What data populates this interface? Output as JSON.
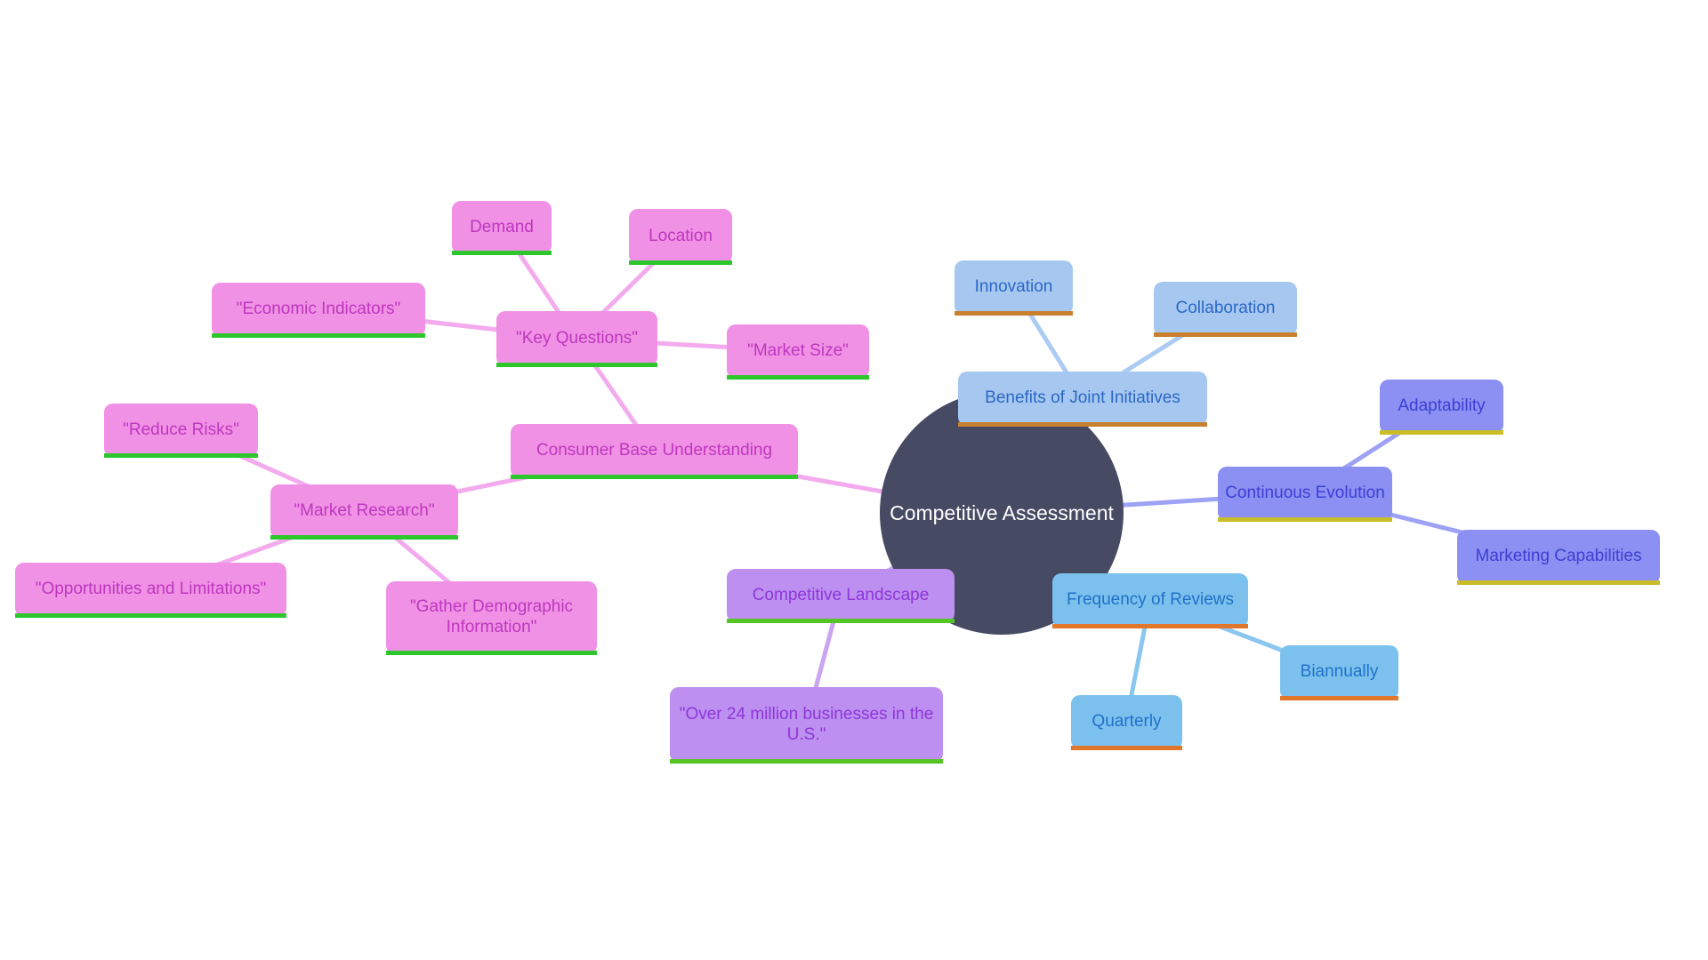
{
  "diagram": {
    "type": "mindmap",
    "background": "#ffffff",
    "center": {
      "label": "Competitive Assessment",
      "fill": "#474a63",
      "text_color": "#ffffff"
    },
    "branches": [
      {
        "name": "consumer-base",
        "fill": "#f091e5",
        "text": "#be37be",
        "underline": "#2dc72d",
        "line": "#f3abee"
      },
      {
        "name": "competitive-landscape",
        "fill": "#bd8ff0",
        "text": "#8d37d8",
        "underline": "#55c425",
        "line": "#cba4f2"
      },
      {
        "name": "joint-initiatives",
        "fill": "#a6c8f0",
        "text": "#2c67c5",
        "underline": "#c8802e",
        "line": "#accbf3"
      },
      {
        "name": "continuous-evolution",
        "fill": "#8b90f2",
        "text": "#3d40d4",
        "underline": "#c9bd28",
        "line": "#9ea2f5"
      },
      {
        "name": "review-frequency",
        "fill": "#7cc1ee",
        "text": "#2070c9",
        "underline": "#e2772c",
        "line": "#8ac6f0"
      }
    ]
  },
  "nodes": [
    {
      "label": "Demand"
    },
    {
      "label": "Location"
    },
    {
      "label": "\"Economic Indicators\""
    },
    {
      "label": "\"Key Questions\""
    },
    {
      "label": "\"Market Size\""
    },
    {
      "label": "Consumer Base Understanding"
    },
    {
      "label": "\"Reduce Risks\""
    },
    {
      "label": "\"Market Research\""
    },
    {
      "label": "\"Opportunities and Limitations\""
    },
    {
      "label": "\"Gather Demographic Information\""
    },
    {
      "label": "Competitive Landscape"
    },
    {
      "label": "\"Over 24 million businesses in the U.S.\""
    },
    {
      "label": "Innovation"
    },
    {
      "label": "Collaboration"
    },
    {
      "label": "Benefits of Joint Initiatives"
    },
    {
      "label": "Adaptability"
    },
    {
      "label": "Continuous Evolution"
    },
    {
      "label": "Marketing Capabilities"
    },
    {
      "label": "Frequency of Reviews"
    },
    {
      "label": "Quarterly"
    },
    {
      "label": "Biannually"
    }
  ]
}
